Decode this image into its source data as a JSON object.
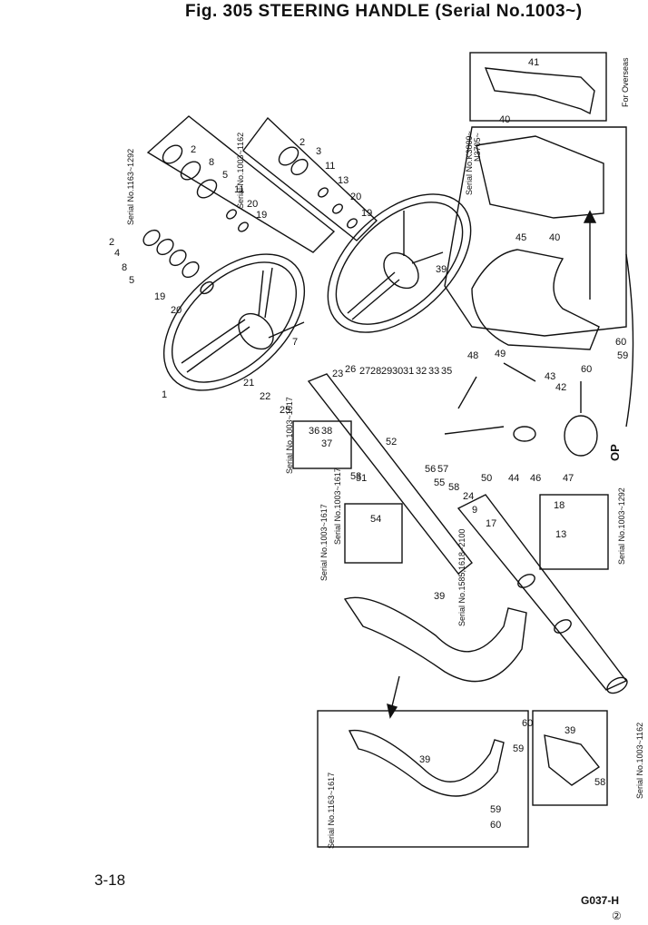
{
  "title": "Fig. 305 STEERING HANDLE (Serial No.1003~)",
  "page_number": "3-18",
  "document_code": "G037-H",
  "circle_number": "②",
  "captions": {
    "applicable_1163_1292": "Serial No.1163~1292",
    "applicable_1003_1162": "Serial No.1003~1162",
    "applicable_k3809": "Serial No.K3809~",
    "applicable_n3705": "N3705~",
    "overseas": "For Overseas",
    "applicable_1003_1617_a": "Serial No.1003~1617",
    "applicable_1003_1617_b": "Serial No.1003~1617",
    "applicable_1003_1617_c": "Serial No.1003~1617",
    "applicable_1585": "Serial No.1585,1618~2100",
    "applicable_1003_1292": "Serial No.1003~1292",
    "applicable_1163_1617": "Serial No.1163~1617",
    "applicable_1003_1162_b": "Serial No.1003~1162",
    "op": "OP"
  },
  "part_numbers": [
    "1",
    "2",
    "3",
    "4",
    "5",
    "7",
    "8",
    "9",
    "11",
    "13",
    "17",
    "18",
    "19",
    "20",
    "21",
    "22",
    "23",
    "24",
    "25",
    "26",
    "27",
    "28",
    "29",
    "30",
    "31",
    "32",
    "33",
    "35",
    "36",
    "37",
    "38",
    "39",
    "40",
    "41",
    "42",
    "43",
    "44",
    "45",
    "46",
    "47",
    "48",
    "49",
    "50",
    "51",
    "52",
    "53",
    "54",
    "55",
    "56",
    "57",
    "58",
    "59",
    "60"
  ]
}
